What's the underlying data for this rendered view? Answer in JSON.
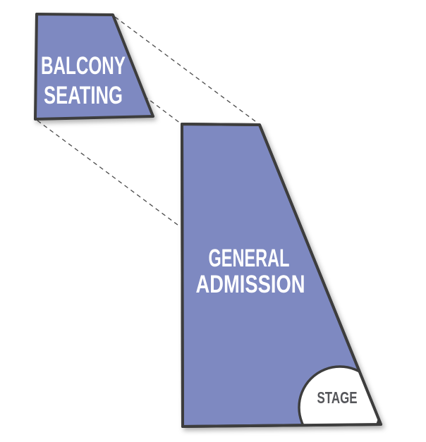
{
  "diagram": {
    "type": "venue-seating-map",
    "colors": {
      "section_fill": "#7e89c1",
      "section_border": "#3c3c3c",
      "stage_fill": "#ffffff",
      "label_color": "#ffffff",
      "stage_label_color": "#55565a",
      "line_color": "#4a4a4a",
      "page_bg": "#ffffff"
    },
    "sections": {
      "balcony": {
        "label_line1": "BALCONY",
        "label_line2": "SEATING"
      },
      "general_admission": {
        "label_line1": "GENERAL",
        "label_line2": "ADMISSION"
      },
      "stage": {
        "label": "STAGE"
      }
    }
  }
}
